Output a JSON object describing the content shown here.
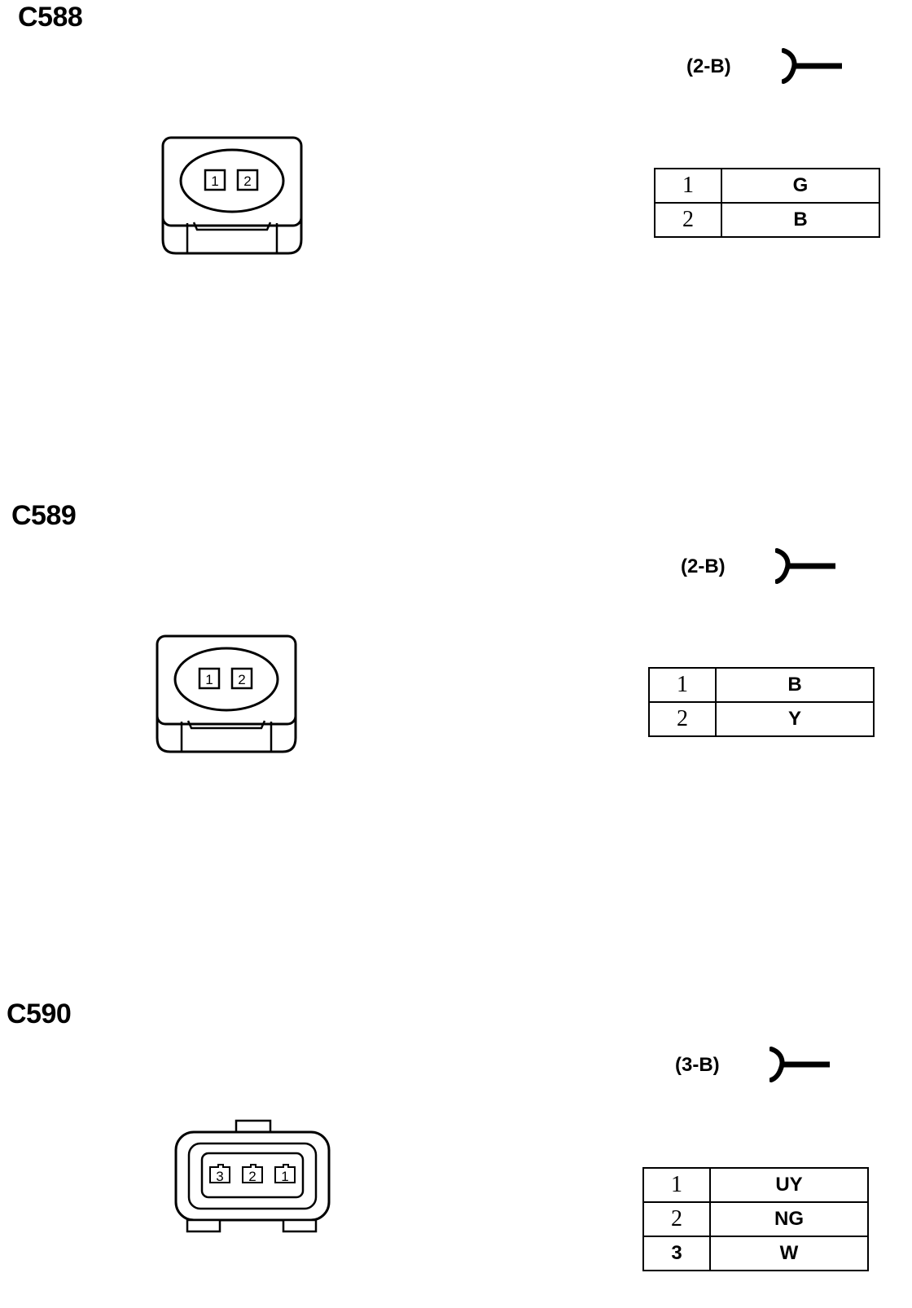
{
  "connectors": [
    {
      "id": "C588",
      "code": "(2-B)",
      "pins": [
        {
          "pin": "1",
          "color": "G"
        },
        {
          "pin": "2",
          "color": "B"
        }
      ],
      "diagram_labels": [
        "1",
        "2"
      ]
    },
    {
      "id": "C589",
      "code": "(2-B)",
      "pins": [
        {
          "pin": "1",
          "color": "B"
        },
        {
          "pin": "2",
          "color": "Y"
        }
      ],
      "diagram_labels": [
        "1",
        "2"
      ]
    },
    {
      "id": "C590",
      "code": "(3-B)",
      "pins": [
        {
          "pin": "1",
          "color": "UY"
        },
        {
          "pin": "2",
          "color": "NG"
        },
        {
          "pin": "3",
          "color": "W"
        }
      ],
      "diagram_labels": [
        "3",
        "2",
        "1"
      ]
    }
  ]
}
